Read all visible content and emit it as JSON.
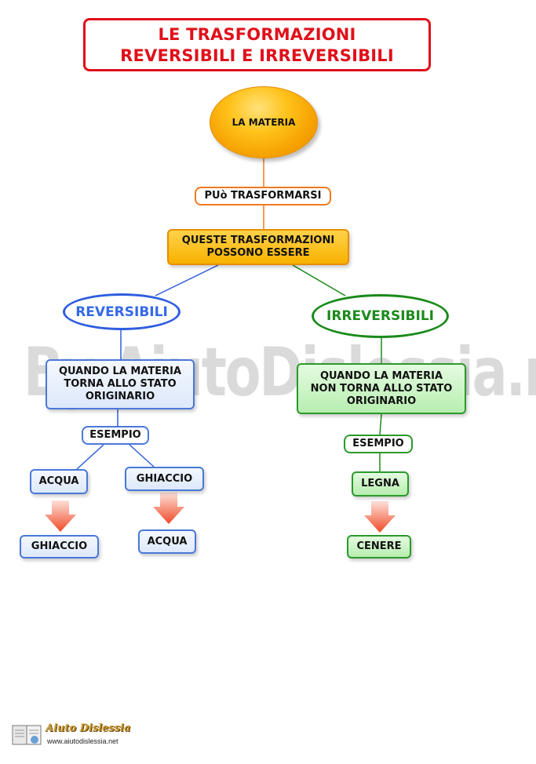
{
  "title": {
    "line1": "LE TRASFORMAZIONI",
    "line2": "REVERSIBILI E IRREVERSIBILI"
  },
  "nodes": {
    "materia": "LA MATERIA",
    "puo": "PUò TRASFORMARSI",
    "queste_line1": "QUESTE TRASFORMAZIONI",
    "queste_line2": "POSSONO ESSERE",
    "reversibili": "REVERSIBILI",
    "irreversibili": "IRREVERSIBILI",
    "rev_def_line1": "QUANDO LA MATERIA",
    "rev_def_line2": "TORNA ALLO STATO",
    "rev_def_line3": "ORIGINARIO",
    "irr_def_line1": "QUANDO LA MATERIA",
    "irr_def_line2": "NON TORNA ALLO STATO",
    "irr_def_line3": "ORIGINARIO",
    "rev_esempio": "ESEMPIO",
    "irr_esempio": "ESEMPIO",
    "acqua_1": "ACQUA",
    "ghiaccio_1": "GHIACCIO",
    "ghiaccio_2": "GHIACCIO",
    "acqua_2": "ACQUA",
    "legna": "LEGNA",
    "cenere": "CENERE"
  },
  "watermark": "By AiutoDislessia.net",
  "logo": {
    "name": "Aiuto Dislessia",
    "url": "www.aiutodislessia.net"
  },
  "colors": {
    "title": "#e0101a",
    "orange": "#f8b200",
    "blue": "#2e5de0",
    "green": "#1a8a1a",
    "arrow": "#f26a4a"
  }
}
